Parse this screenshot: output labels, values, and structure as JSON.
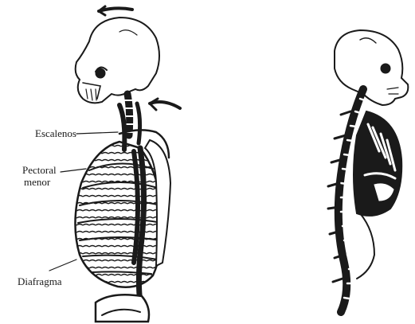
{
  "labels": {
    "scalenes": "Escalenos",
    "pec_minor_line1": "Pectoral",
    "pec_minor_line2": "menor",
    "diaphragm": "Diafragma"
  },
  "colors": {
    "ink": "#1a1a1a",
    "paper": "#ffffff"
  }
}
